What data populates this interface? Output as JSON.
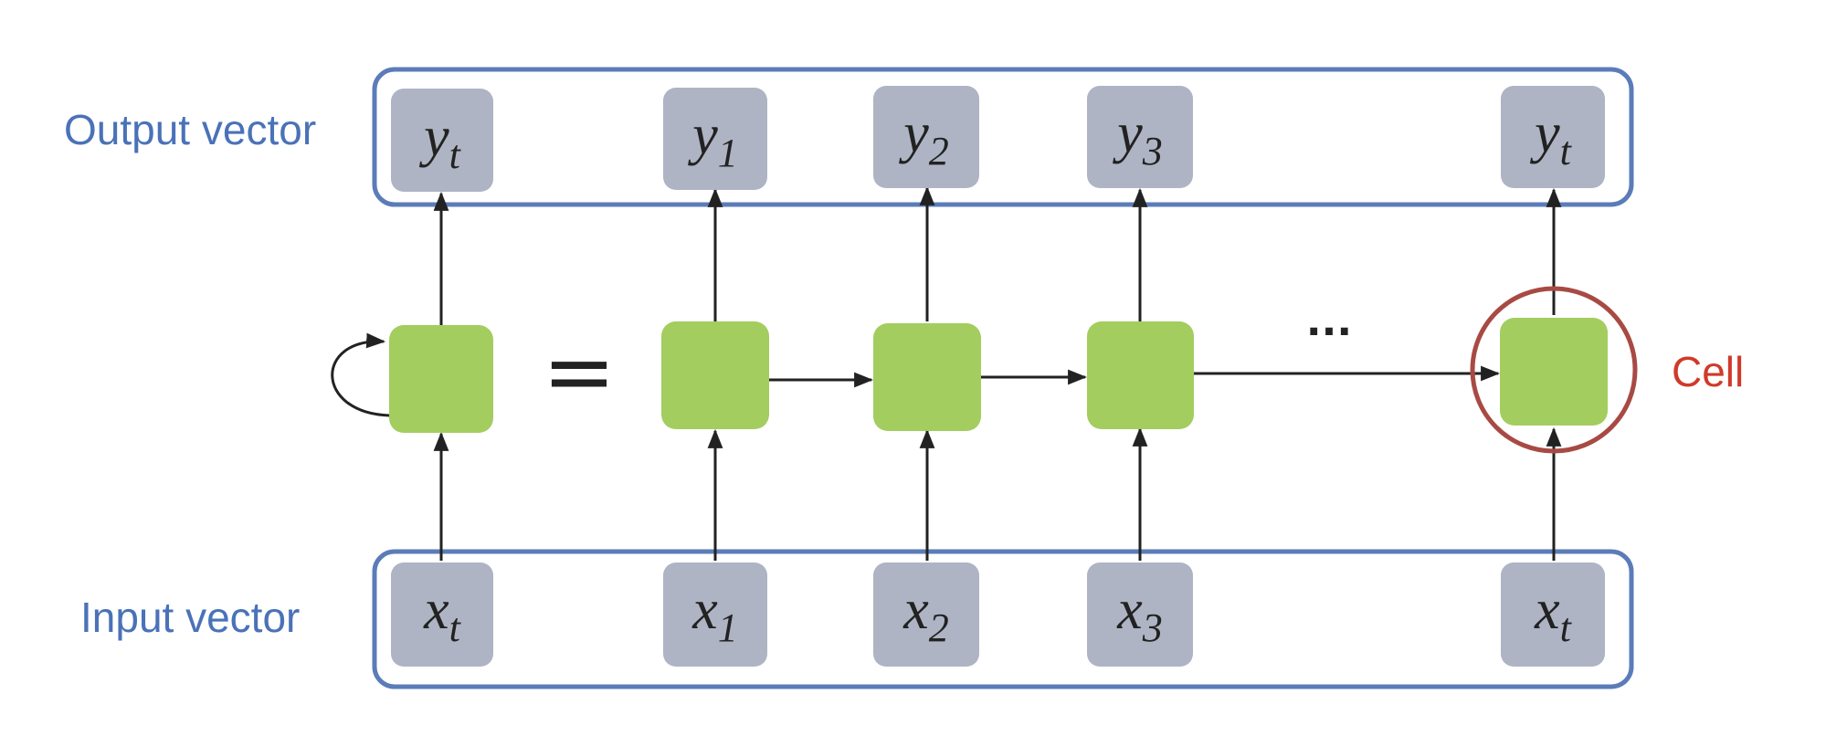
{
  "labels": {
    "output_vector": "Output vector",
    "input_vector": "Input vector",
    "cell": "Cell",
    "equals": "=",
    "ellipsis": "···"
  },
  "outputs": [
    {
      "base": "y",
      "sub": "t"
    },
    {
      "base": "y",
      "sub": "1"
    },
    {
      "base": "y",
      "sub": "2"
    },
    {
      "base": "y",
      "sub": "3"
    },
    {
      "base": "y",
      "sub": "t"
    }
  ],
  "inputs": [
    {
      "base": "x",
      "sub": "t"
    },
    {
      "base": "x",
      "sub": "1"
    },
    {
      "base": "x",
      "sub": "2"
    },
    {
      "base": "x",
      "sub": "3"
    },
    {
      "base": "x",
      "sub": "t"
    }
  ],
  "colors": {
    "label_blue": "#4a72b8",
    "cell_red": "#d03a2a",
    "circle": "#a84a44",
    "group_border": "#5b7cb8",
    "io_box": "#aeb4c4",
    "cell_green": "#a3cd5e",
    "line": "#222222"
  }
}
